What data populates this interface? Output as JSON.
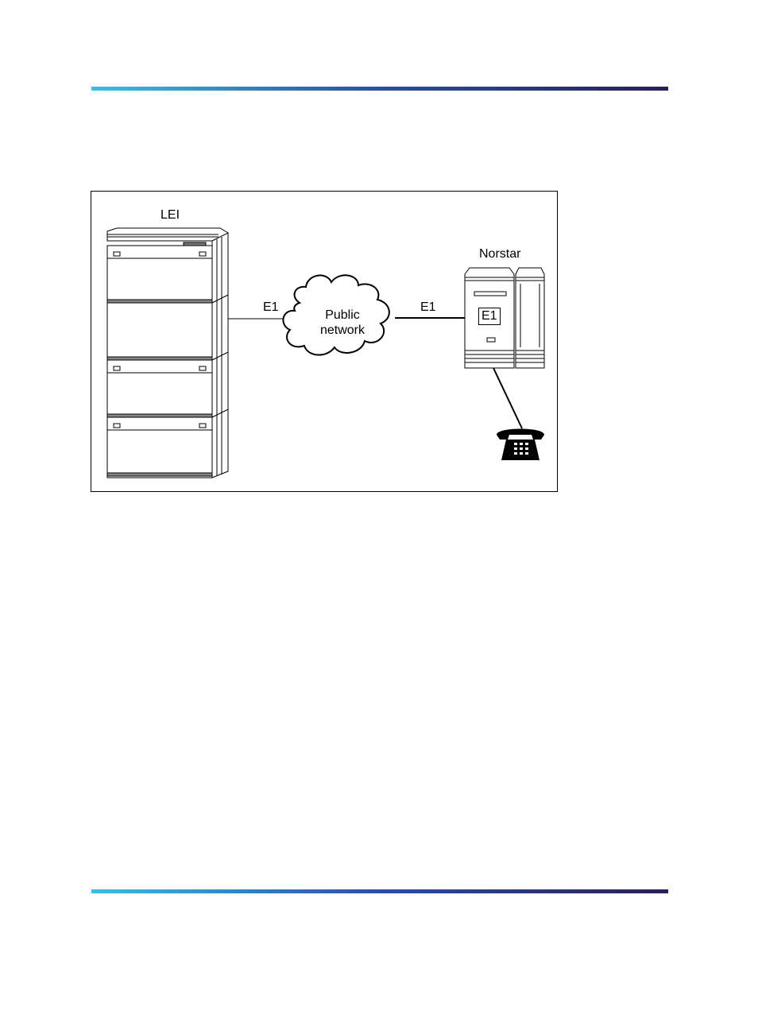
{
  "header_rule": {
    "gradient": [
      "#3bbde6",
      "#2a4fa3",
      "#2a1f5a"
    ]
  },
  "footer_rule": {
    "gradient": [
      "#3bbde6",
      "#2a4fa3",
      "#2a1f5a"
    ]
  },
  "diagram": {
    "left_device_label": "LEI",
    "right_device_label": "Norstar",
    "link_left_label": "E1",
    "link_right_label": "E1",
    "cloud_line1": "Public",
    "cloud_line2": "network",
    "card_label": "E1",
    "telephone_icon": "telephone-icon"
  }
}
